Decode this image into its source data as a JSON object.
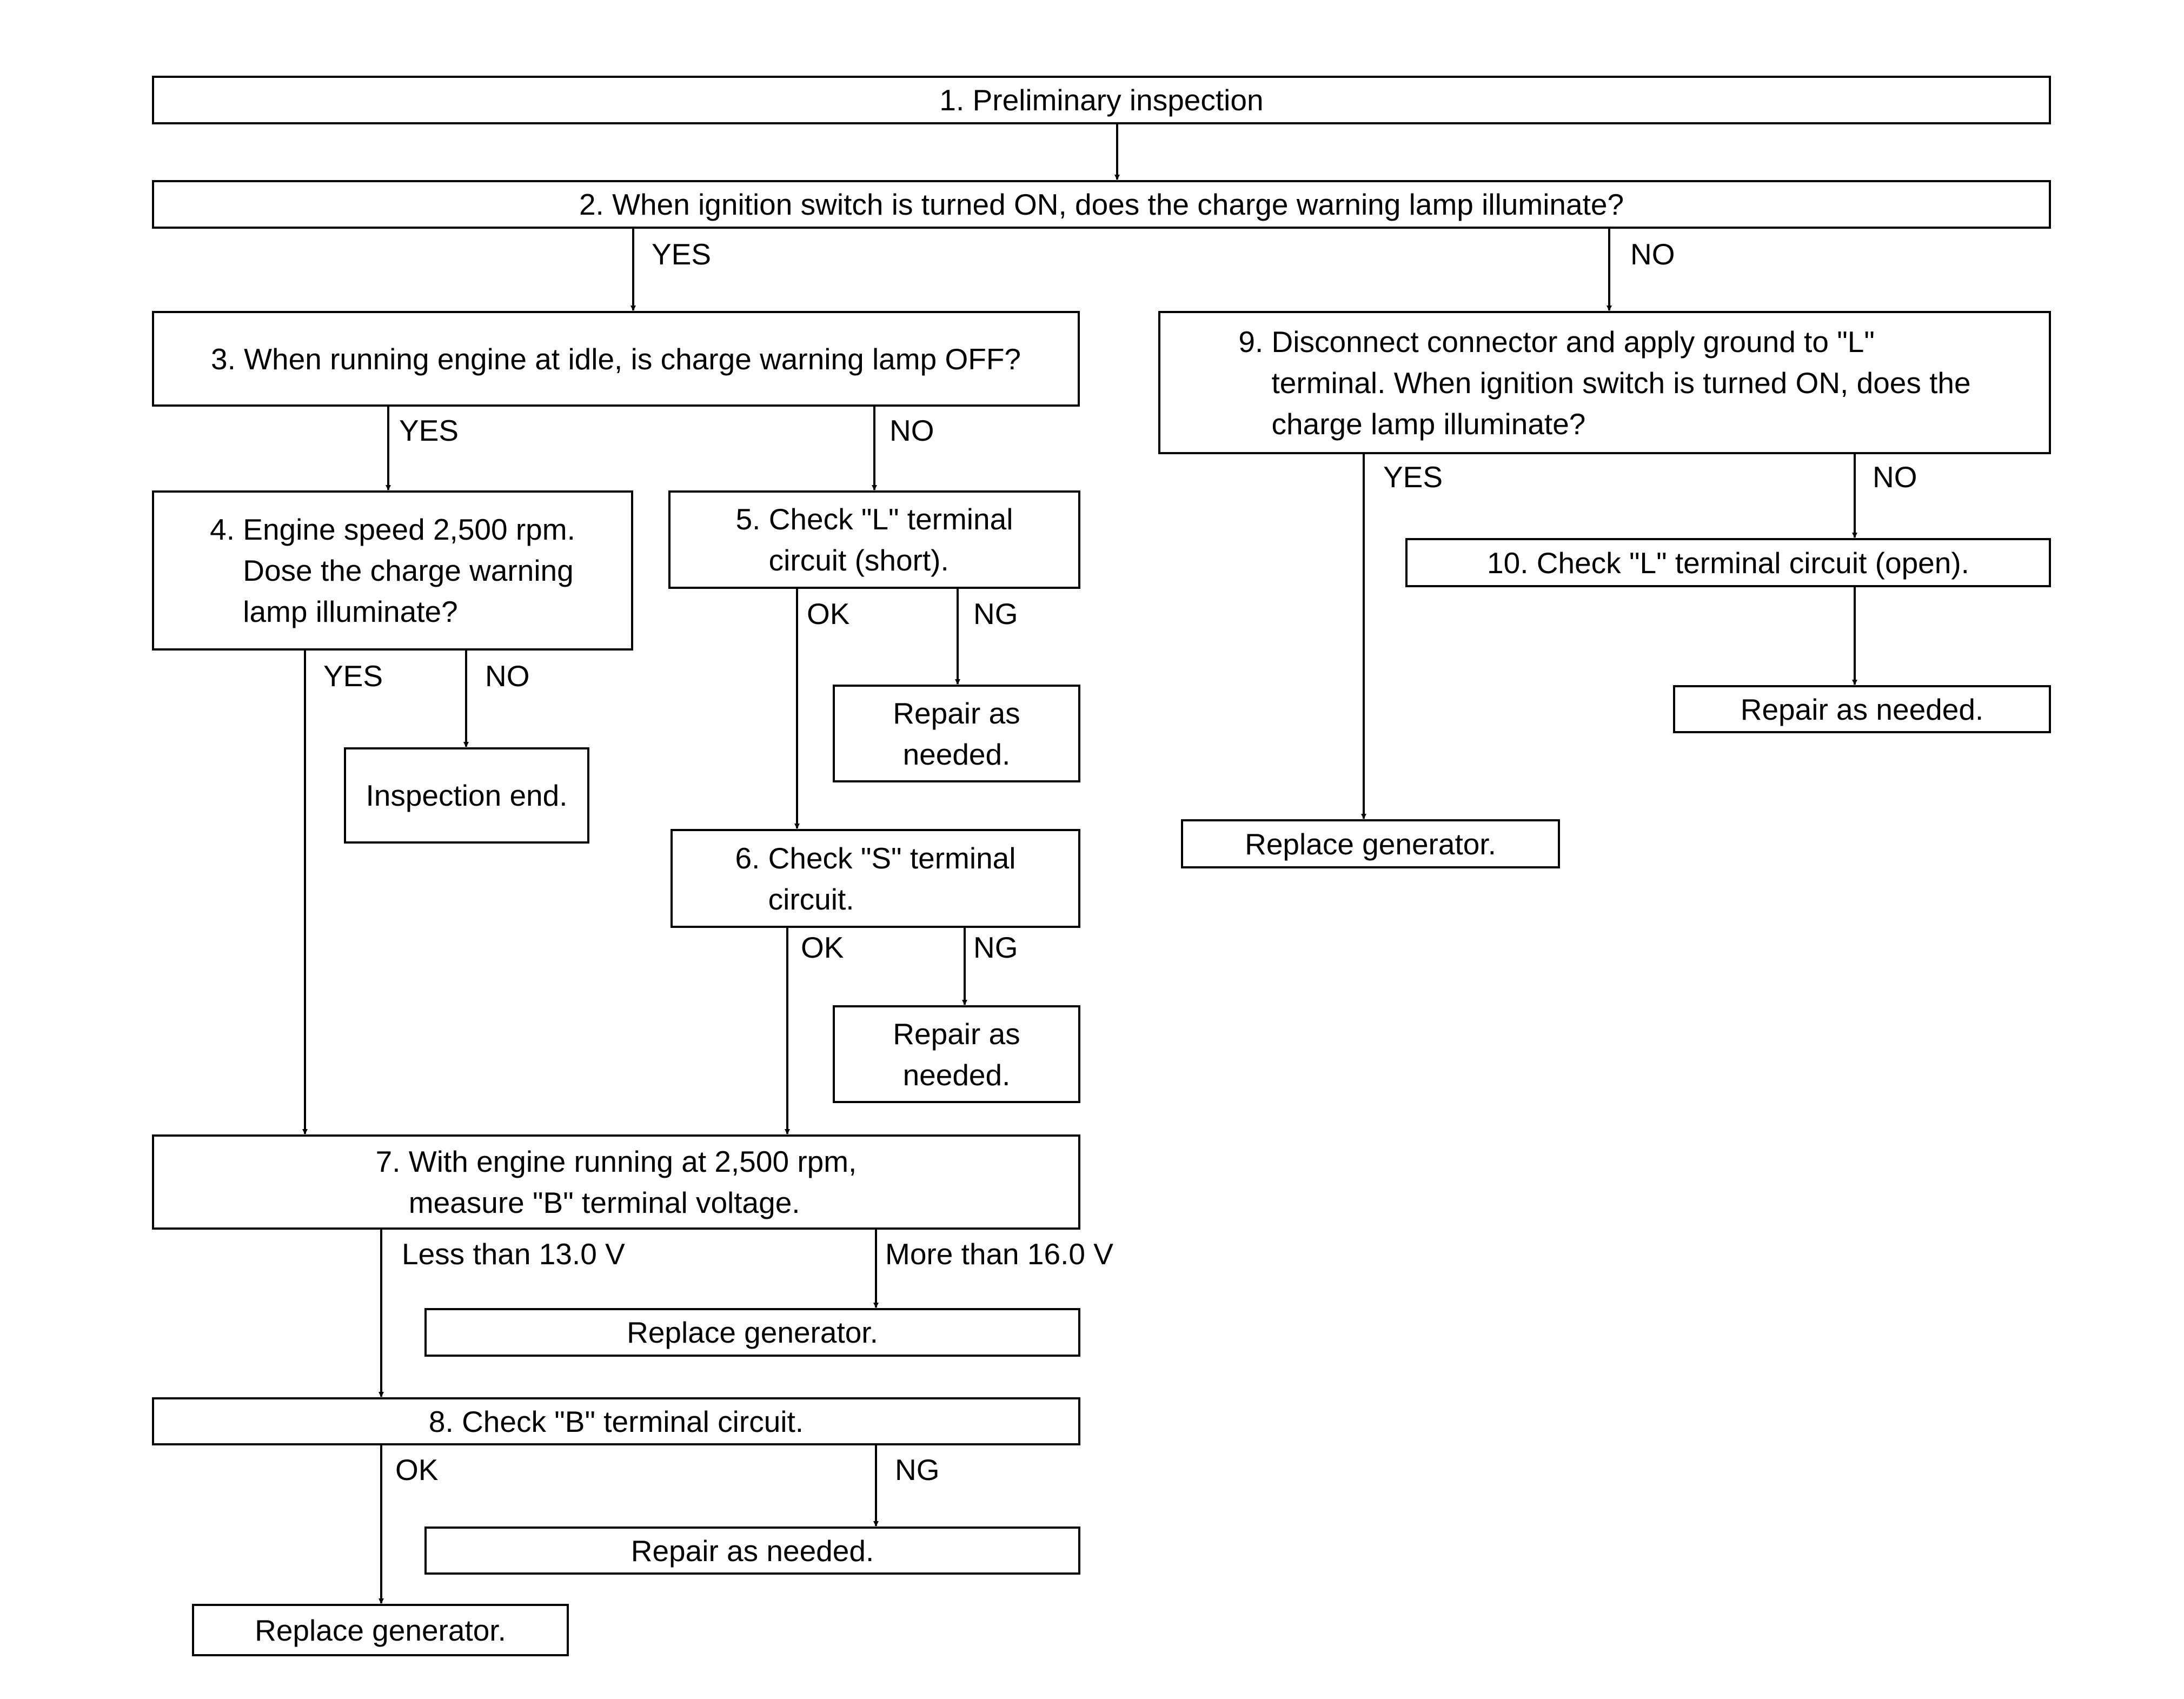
{
  "diagram": {
    "steps": {
      "step1": "1. Preliminary inspection",
      "step2": "2. When ignition switch is turned ON, does the charge warning lamp illuminate?",
      "step3": "3. When running engine at idle, is charge warning lamp OFF?",
      "step4": "4. Engine speed 2,500 rpm.\n    Dose the charge warning\n    lamp illuminate?",
      "step5": "5. Check \"L\" terminal\n    circuit (short).",
      "step6": "6. Check \"S\" terminal\n    circuit.",
      "step7": "7. With engine running at 2,500 rpm,\n    measure \"B\" terminal voltage.",
      "step8": "8. Check \"B\" terminal circuit.",
      "step9": "9. Disconnect connector and apply ground to \"L\"\n    terminal. When ignition switch is turned ON, does the\n    charge lamp illuminate?",
      "step10": "10. Check \"L\" terminal circuit (open)."
    },
    "results": {
      "inspection_end": "Inspection end.",
      "repair_5": "Repair as\nneeded.",
      "repair_6": "Repair as\nneeded.",
      "replace_7": "Replace generator.",
      "repair_8": "Repair as needed.",
      "replace_8": "Replace generator.",
      "replace_9": "Replace generator.",
      "repair_10": "Repair as needed."
    },
    "branch_labels": {
      "yes_2": "YES",
      "no_2": "NO",
      "yes_3": "YES",
      "no_3": "NO",
      "yes_4": "YES",
      "no_4": "NO",
      "ok_5": "OK",
      "ng_5": "NG",
      "ok_6": "OK",
      "ng_6": "NG",
      "less_7": "Less than 13.0 V",
      "more_7": "More than 16.0 V",
      "ok_8": "OK",
      "ng_8": "NG",
      "yes_9": "YES",
      "no_9": "NO"
    }
  }
}
